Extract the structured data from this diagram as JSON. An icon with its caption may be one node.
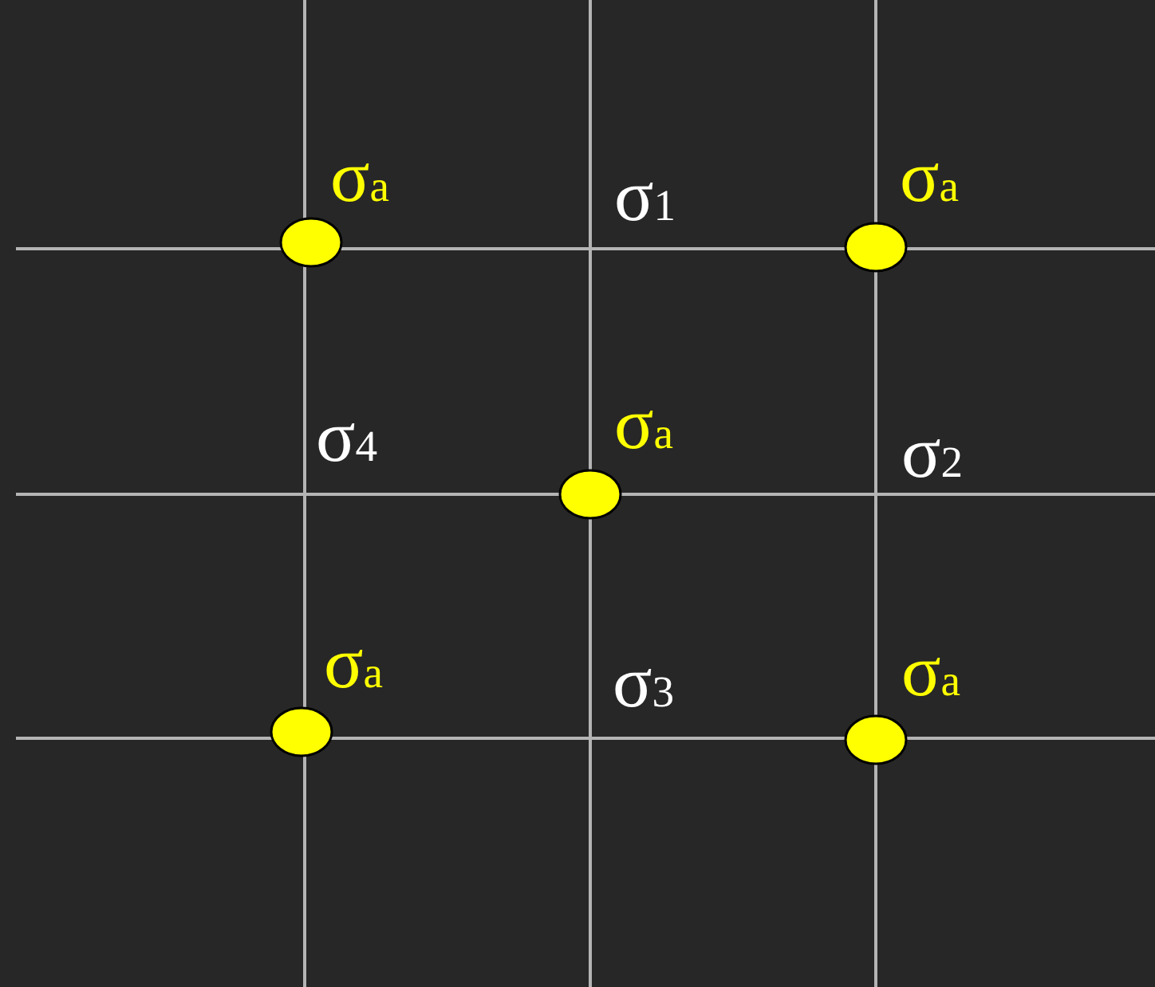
{
  "diagram": {
    "labels": [
      "σ$_{a}$",
      "σ$_{1}$",
      "σ$_{a}$",
      "σ$_{4}$",
      "σ$_{a}$",
      "σ$_{2}$",
      "σ$_{a}$",
      "σ$_{3}$",
      "σ$_{a}$"
    ]
  }
}
